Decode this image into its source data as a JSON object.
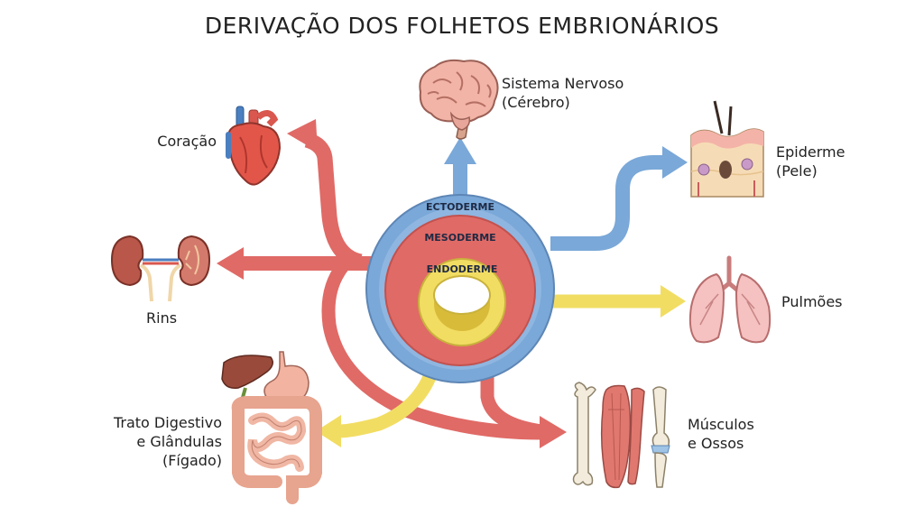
{
  "title": "DERIVAÇÃO DOS FOLHETOS EMBRIONÁRIOS",
  "layers": {
    "ectoderm": "ECTODERME",
    "mesoderm": "MESODERME",
    "endoderm": "ENDODERME"
  },
  "colors": {
    "ectoderm": "#7aa8d8",
    "mesoderm": "#e06a66",
    "endoderm": "#f2dd63"
  },
  "organs": {
    "brain": {
      "line1": "Sistema Nervoso",
      "line2": "(Cérebro)",
      "icon": "brain-icon"
    },
    "skin": {
      "line1": "Epiderme",
      "line2": "(Pele)",
      "icon": "skin-section-icon"
    },
    "lungs": {
      "line1": "Pulmões",
      "icon": "lungs-icon"
    },
    "muscles": {
      "line1": "Músculos",
      "line2": "e Ossos",
      "icon": "bone-muscle-icon"
    },
    "heart": {
      "line1": "Coração",
      "icon": "heart-icon"
    },
    "kidneys": {
      "line1": "Rins",
      "icon": "kidneys-icon"
    },
    "digestive": {
      "line1": "Trato Digestivo",
      "line2": "e Glândulas",
      "line3": "(Fígado)",
      "icon": "digestive-tract-icon"
    }
  }
}
